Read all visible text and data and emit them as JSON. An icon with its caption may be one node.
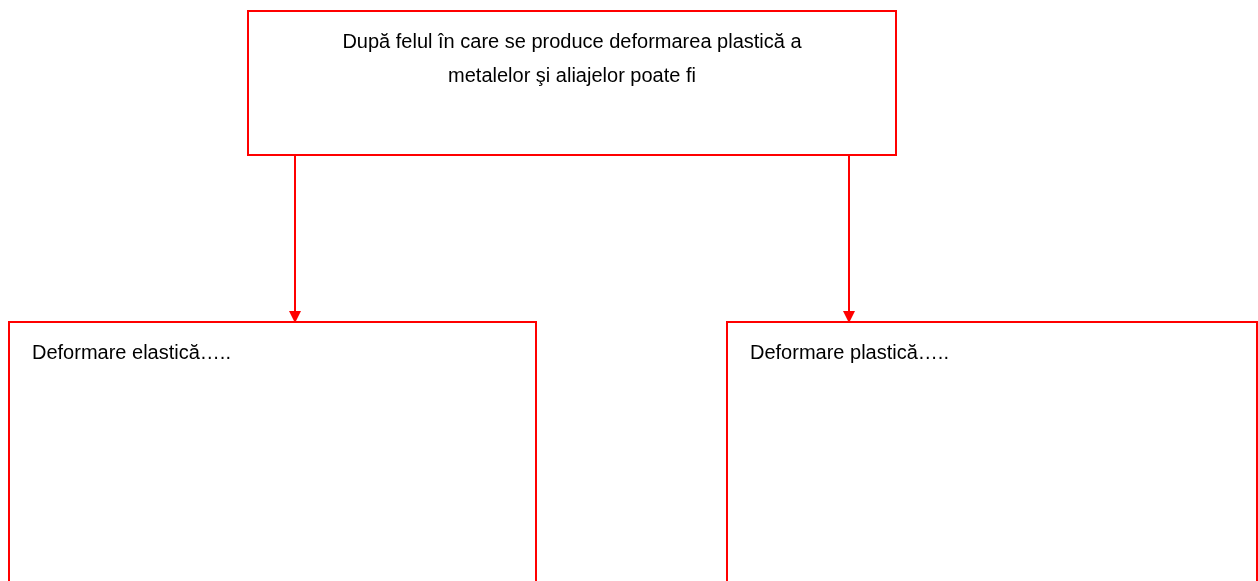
{
  "diagram": {
    "nodes": [
      {
        "text": [
          "După felul în care se produce deformarea plastică a metalelor şi aliajelor poate fi"
        ]
      },
      {
        "text": [
          "Deformare elastică….."
        ]
      },
      {
        "text": [
          "Deformare plastică….."
        ]
      }
    ],
    "edges": [
      {
        "from": 0,
        "to": 1,
        "arrow": "to"
      },
      {
        "from": 0,
        "to": 2,
        "arrow": "to"
      }
    ]
  }
}
